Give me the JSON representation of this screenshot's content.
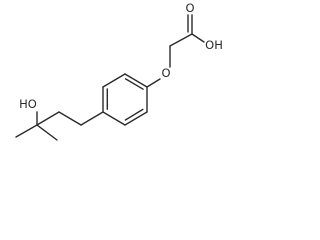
{
  "molecule": {
    "labels": {
      "carbonyl_oxygen": "O",
      "acid_hydroxyl": "OH",
      "ether_oxygen": "O",
      "tertiary_hydroxyl": "HO"
    }
  },
  "colors": {
    "bond": "#2a2a2a",
    "background": "#ffffff"
  }
}
